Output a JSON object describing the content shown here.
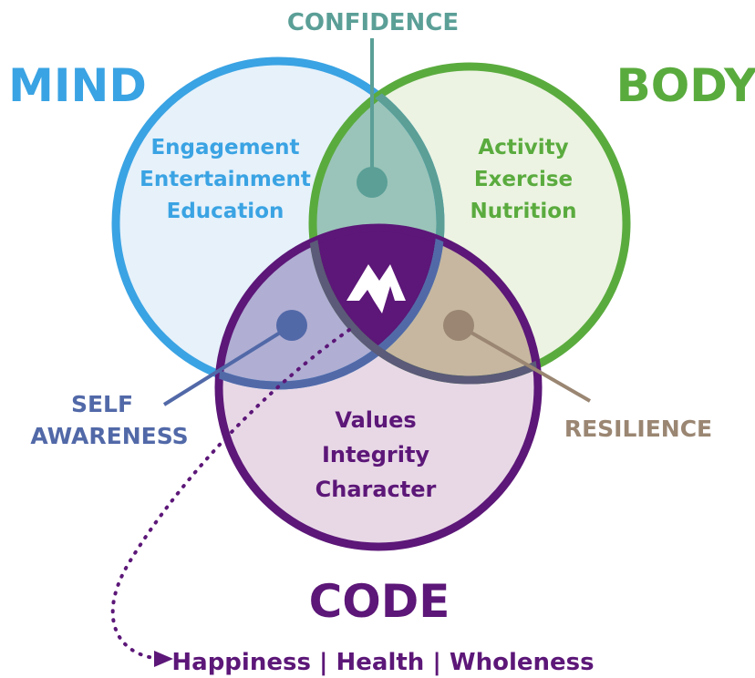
{
  "circles": {
    "mind": {
      "title": "MIND",
      "items": [
        "Engagement",
        "Entertainment",
        "Education"
      ],
      "color": "#3aa3e3",
      "fill": "#e6f1fa"
    },
    "body": {
      "title": "BODY",
      "items": [
        "Activity",
        "Exercise",
        "Nutrition"
      ],
      "color": "#5aab3e",
      "fill": "#ecf3e2"
    },
    "code": {
      "title": "CODE",
      "items": [
        "Values",
        "Integrity",
        "Character"
      ],
      "color": "#5c1778",
      "fill": "#e8d8e6"
    }
  },
  "overlaps": {
    "confidence": {
      "label": "CONFIDENCE",
      "color": "#5b9f97",
      "fill": "#9ac4b9"
    },
    "self_awareness": {
      "label_line1": "SELF",
      "label_line2": "AWARENESS",
      "color": "#5269a8",
      "fill": "#b0aed3"
    },
    "resilience": {
      "label": "RESILIENCE",
      "color": "#9a8672",
      "fill": "#c7b7a0"
    }
  },
  "center": {
    "logo": "mountain-logo",
    "color": "#5c1778"
  },
  "outcome": {
    "text": "Happiness | Health | Wholeness",
    "color": "#5c1778"
  }
}
